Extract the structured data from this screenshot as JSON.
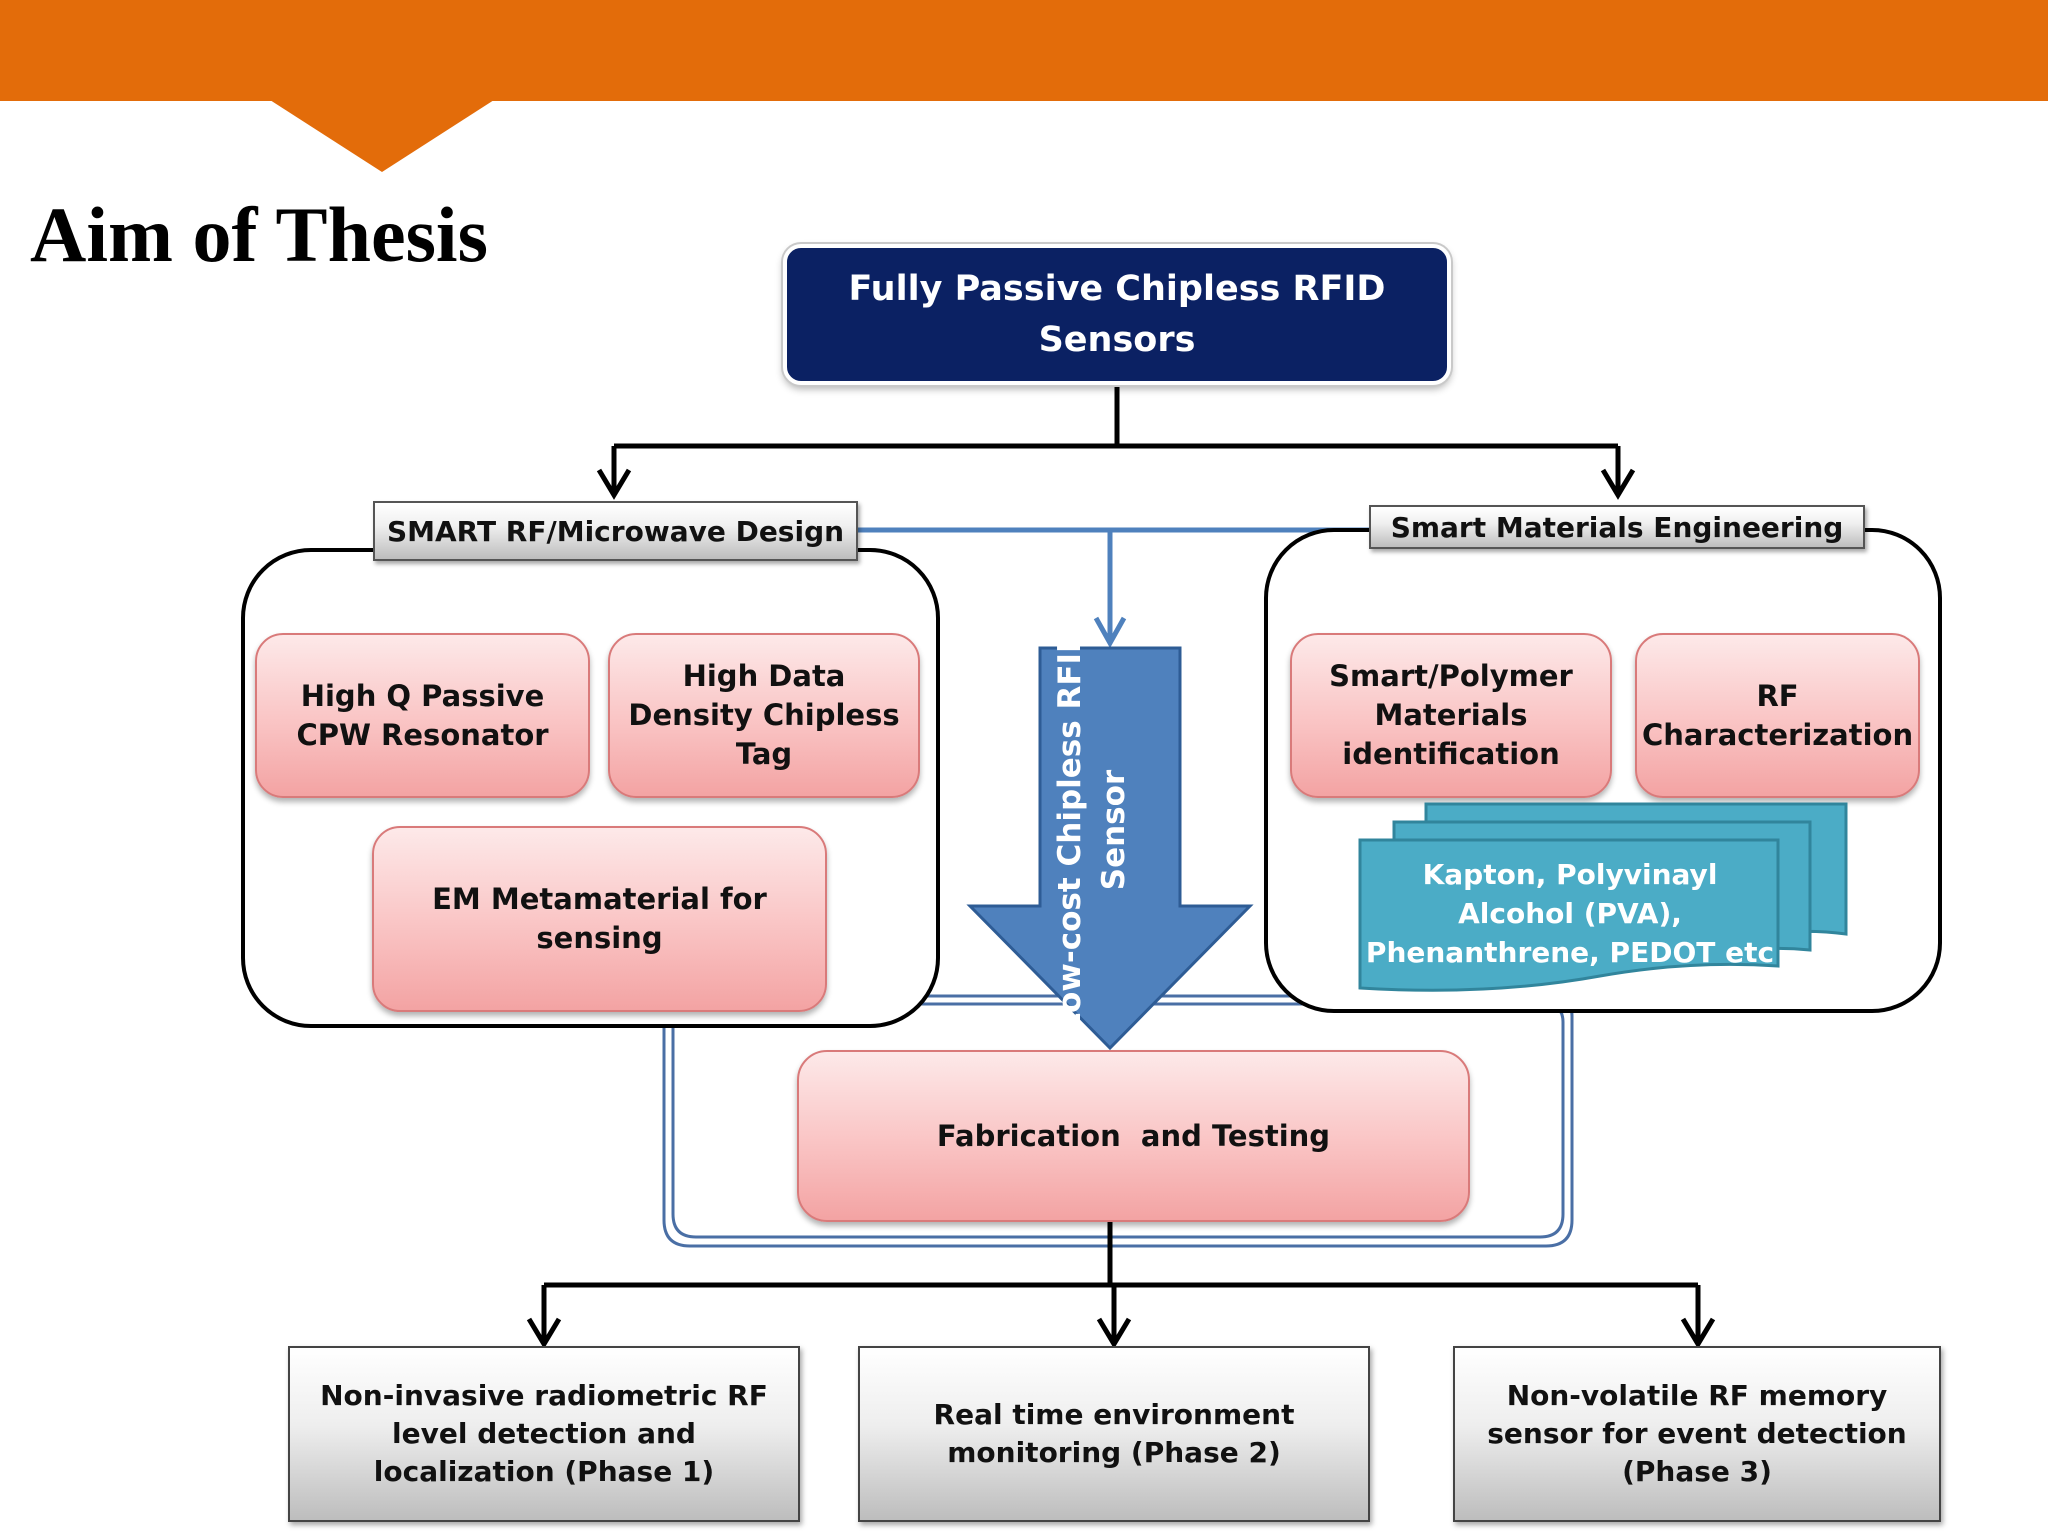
{
  "slide": {
    "title": "Aim of Thesis",
    "accent_color": "#e36c0a"
  },
  "diagram": {
    "main": "Fully Passive Chipless RFID Sensors",
    "left_group": {
      "label": "SMART RF/Microwave Design",
      "items": [
        "High Q Passive CPW Resonator",
        "High Data Density Chipless Tag",
        "EM Metamaterial for sensing"
      ]
    },
    "right_group": {
      "label": "Smart Materials Engineering",
      "items": [
        "Smart/Polymer Materials identification",
        "RF Characterization"
      ],
      "materials": "Kapton, Polyvinayl Alcohol (PVA), Phenanthrene, PEDOT etc"
    },
    "center_arrow": "Low-cost Chipless RFID Sensor",
    "fabrication": "Fabrication  and Testing",
    "outcomes": [
      "Non-invasive radiometric RF level detection and localization (Phase 1)",
      "Real time environment monitoring (Phase 2)",
      "Non-volatile RF memory sensor for event detection (Phase 3)"
    ],
    "colors": {
      "main_box": "#0b2163",
      "center_arrow": "#4f81bd",
      "pink_box": "#f9c0c0",
      "materials_doc": "#4bacc6",
      "connector_blue": "#4f81bd"
    }
  }
}
